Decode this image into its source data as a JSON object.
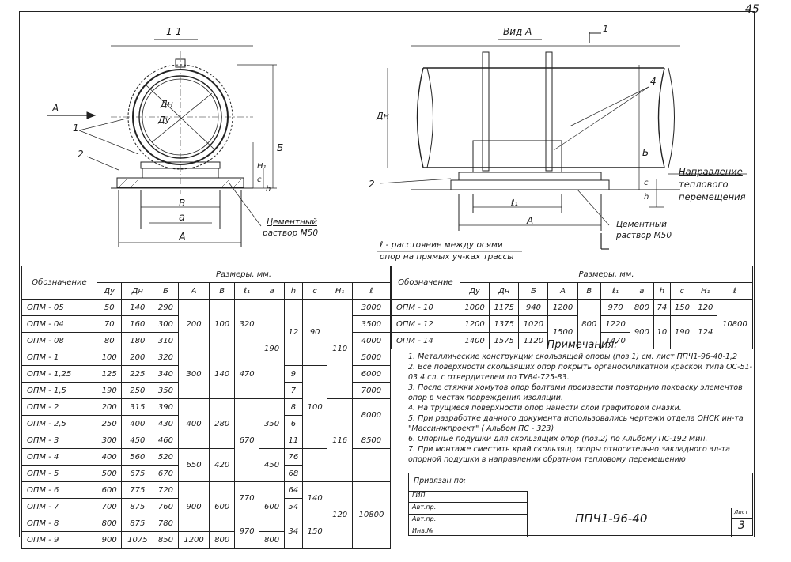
{
  "sheet": {
    "page_number": "45",
    "doc_code": "ППЧ1-96-40",
    "sheet_label": "Лист",
    "sheet_number": "3"
  },
  "drawing": {
    "section_label": "1-1",
    "view_label": "Вид А",
    "arrow_a": "А",
    "cut_label": "1",
    "leader_1": "1",
    "leader_2": "2",
    "leader_2b": "2",
    "leader_4": "4",
    "dim_A": "А",
    "dim_a": "а",
    "dim_B": "В",
    "dim_b": "Б",
    "dim_h": "h",
    "dim_c": "c",
    "dim_H1": "H₁",
    "dim_l1": "ℓ₁",
    "dim_Dn": "Дн",
    "dim_Dy": "Ду",
    "cement_label": "Цементный",
    "cement_mortar": "раствор М50",
    "cement_label_2": "Цементный",
    "cement_mortar_2": "раствор М50",
    "direction_1": "Направление",
    "direction_2": "теплового",
    "direction_3": "перемещения",
    "l_note_1": "ℓ - расстояние между осями",
    "l_note_2": "опор на прямых уч-ках трассы"
  },
  "table1": {
    "header_name": "Обозначение",
    "header_sizes": "Размеры, мм.",
    "columns": [
      "Ду",
      "Дн",
      "Б",
      "А",
      "В",
      "ℓ₁",
      "а",
      "h",
      "c",
      "H₁",
      "ℓ"
    ],
    "rows": [
      {
        "name": "ОПМ - 05",
        "Dy": "50",
        "Dn": "140",
        "B": "290",
        "l": "3000"
      },
      {
        "name": "ОПМ - 04",
        "Dy": "70",
        "Dn": "160",
        "B": "300",
        "l": "3500"
      },
      {
        "name": "ОПМ - 08",
        "Dy": "80",
        "Dn": "180",
        "B": "310",
        "l": "4000"
      },
      {
        "name": "ОПМ - 1",
        "Dy": "100",
        "Dn": "200",
        "B": "320",
        "l": "5000"
      },
      {
        "name": "ОПМ - 1,25",
        "Dy": "125",
        "Dn": "225",
        "B": "340",
        "l": "6000"
      },
      {
        "name": "ОПМ - 1,5",
        "Dy": "190",
        "Dn": "250",
        "B": "350",
        "l": "7000"
      },
      {
        "name": "ОПМ - 2",
        "Dy": "200",
        "Dn": "315",
        "B": "390",
        "l": ""
      },
      {
        "name": "ОПМ - 2,5",
        "Dy": "250",
        "Dn": "400",
        "B": "430",
        "l": ""
      },
      {
        "name": "ОПМ - 3",
        "Dy": "300",
        "Dn": "450",
        "B": "460",
        "l": "8500"
      },
      {
        "name": "ОПМ - 4",
        "Dy": "400",
        "Dn": "560",
        "B": "520",
        "l": ""
      },
      {
        "name": "ОПМ - 5",
        "Dy": "500",
        "Dn": "675",
        "B": "670",
        "l": ""
      },
      {
        "name": "ОПМ - 6",
        "Dy": "600",
        "Dn": "775",
        "B": "720",
        "l": ""
      },
      {
        "name": "ОПМ - 7",
        "Dy": "700",
        "Dn": "875",
        "B": "760",
        "l": ""
      },
      {
        "name": "ОПМ - 8",
        "Dy": "800",
        "Dn": "875",
        "B": "780",
        "l": ""
      },
      {
        "name": "ОПМ - 9",
        "Dy": "900",
        "Dn": "1075",
        "B": "850",
        "l": ""
      }
    ],
    "merged": {
      "A_200": "200",
      "A_300": "300",
      "A_400": "400",
      "A_650": "650",
      "A_900": "900",
      "A_1200": "1200",
      "B_100": "100",
      "B_140": "140",
      "B_280": "280",
      "B_420": "420",
      "B_600": "600",
      "B_800": "800",
      "l1_320": "320",
      "l1_470": "470",
      "l1_670": "670",
      "l1_770": "770",
      "l1_970": "970",
      "a_190": "190",
      "a_350": "350",
      "a_450": "450",
      "a_600": "600",
      "a_800": "800",
      "h_12": "12",
      "h_9": "9",
      "h_7": "7",
      "h_8": "8",
      "h_6": "6",
      "h_11": "11",
      "h_76": "76",
      "h_68": "68",
      "h_64": "64",
      "h_54": "54",
      "h_34": "34",
      "c_90": "90",
      "c_100": "100",
      "c_140": "140",
      "c_150": "150",
      "H1_110": "110",
      "H1_116": "116",
      "H1_120": "120",
      "l_8000": "8000",
      "l_10800": "10800"
    }
  },
  "table2": {
    "header_name": "Обозначение",
    "header_sizes": "Размеры, мм.",
    "columns": [
      "Ду",
      "Дн",
      "Б",
      "А",
      "В",
      "ℓ₁",
      "а",
      "h",
      "c",
      "H₁",
      "ℓ"
    ],
    "rows": [
      {
        "name": "ОПМ - 10",
        "Dy": "1000",
        "Dn": "1175",
        "B": "940",
        "A": "1200",
        "l1": "970",
        "a": "800",
        "h": "74",
        "c": "150",
        "H1": "120"
      },
      {
        "name": "ОПМ - 12",
        "Dy": "1200",
        "Dn": "1375",
        "B": "1020",
        "A": "",
        "l1": "1220",
        "a": "",
        "h": "",
        "c": "",
        "H1": ""
      },
      {
        "name": "ОПМ - 14",
        "Dy": "1400",
        "Dn": "1575",
        "B": "1120",
        "A": "",
        "l1": "1470",
        "a": "",
        "h": "",
        "c": "",
        "H1": ""
      }
    ],
    "merged": {
      "A_1500": "1500",
      "B_800": "800",
      "a_900": "900",
      "h_10": "10",
      "c_190": "190",
      "H1_124": "124",
      "l_10800": "10800"
    }
  },
  "notes": {
    "title": "Примечания:",
    "items": [
      "1. Металлические конструкции скользящей опоры (поз.1) см. лист ППЧ1-96-40-1,2",
      "2. Все поверхности скользящих опор покрыть органосиликатной краской типа ОС-51-03 4 сл. с отвердителем по ТУ84-725-83.",
      "3. После стяжки хомутов опор болтами произвести повторную покраску элементов опор в местах повреждения изоляции.",
      "4. На трущиеся поверхности опор нанести слой графитовой смазки.",
      "5. При разработке данного документа использовались чертежи отдела ОНСК ин-та \"Массинжпроект\" ( Альбом ПС - 323)",
      "6. Опорные подушки для скользящих опор (поз.2) по Альбому ПС-192 Мин.",
      "7. При монтаже сместить край скользящ. опоры относительно закладного эл-та опорной подушки в направлении обратном тепловому перемещению"
    ]
  },
  "stamp": {
    "privyazan": "Привязан по:",
    "rows": [
      "ГИП",
      "Авт.пр.",
      "Авт.пр.",
      "Инв.№"
    ]
  }
}
